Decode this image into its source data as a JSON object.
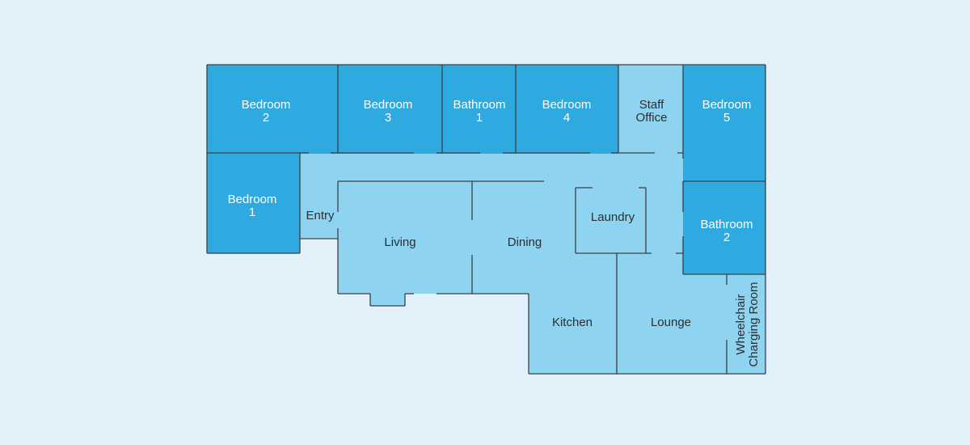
{
  "colors": {
    "background": "#e3f1fb",
    "private_room": "#2eaae1",
    "common_area": "#8ed3f0",
    "wall": "#3b4148",
    "label_on_private": "#ffffff",
    "label_on_common": "#2b2f33"
  },
  "rooms": {
    "bedroom2": [
      "Bedroom",
      "2"
    ],
    "bedroom3": [
      "Bedroom",
      "3"
    ],
    "bathroom1": [
      "Bathroom",
      "1"
    ],
    "bedroom4": [
      "Bedroom",
      "4"
    ],
    "staff_office": [
      "Staff",
      "Office"
    ],
    "bedroom5": [
      "Bedroom",
      "5"
    ],
    "bedroom1": [
      "Bedroom",
      "1"
    ],
    "bathroom2": [
      "Bathroom",
      "2"
    ],
    "entry": "Entry",
    "living": "Living",
    "dining": "Dining",
    "laundry": "Laundry",
    "kitchen": "Kitchen",
    "lounge": "Lounge",
    "wheelchair": [
      "Wheelchair",
      "Charging Room"
    ]
  }
}
